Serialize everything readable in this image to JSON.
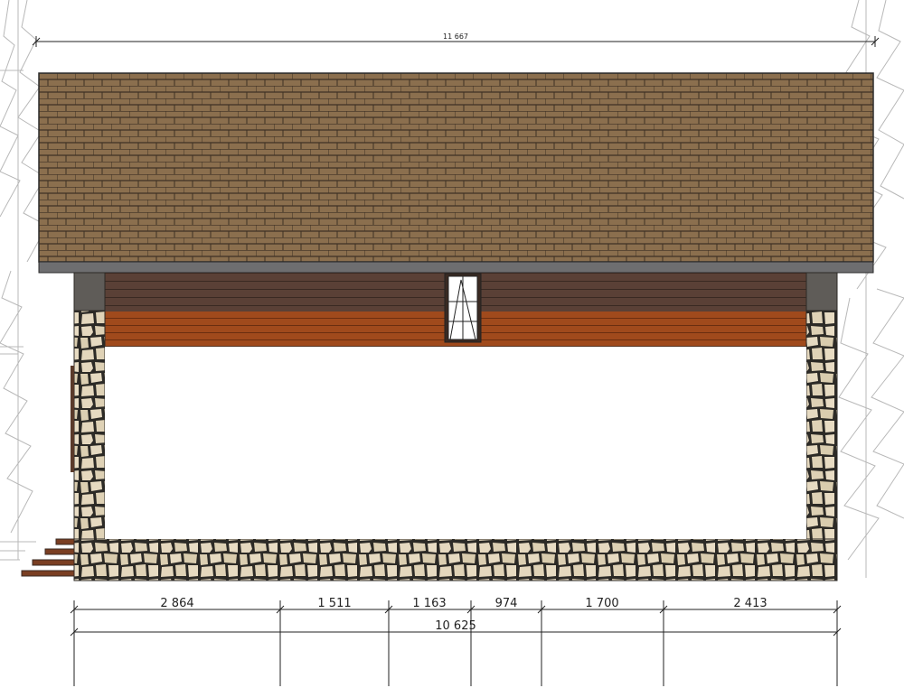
{
  "drawing": {
    "overall_roof_width": "11 667",
    "overall_wall_width": "10 625",
    "segments": [
      "2 864",
      "1 511",
      "1 163",
      "974",
      "1 700",
      "2 413"
    ]
  },
  "colors": {
    "roof_brick": "#8b6f4e",
    "roof_mortar": "#4a3a2a",
    "eave": "#6e6e70",
    "siding_dark": "#5a4036",
    "siding_orange": "#a04a1c",
    "stone_fill": "#e5d8bf",
    "stone_joint": "#2c2a26",
    "ink": "#222222",
    "tree_line": "#b8b8b8"
  }
}
